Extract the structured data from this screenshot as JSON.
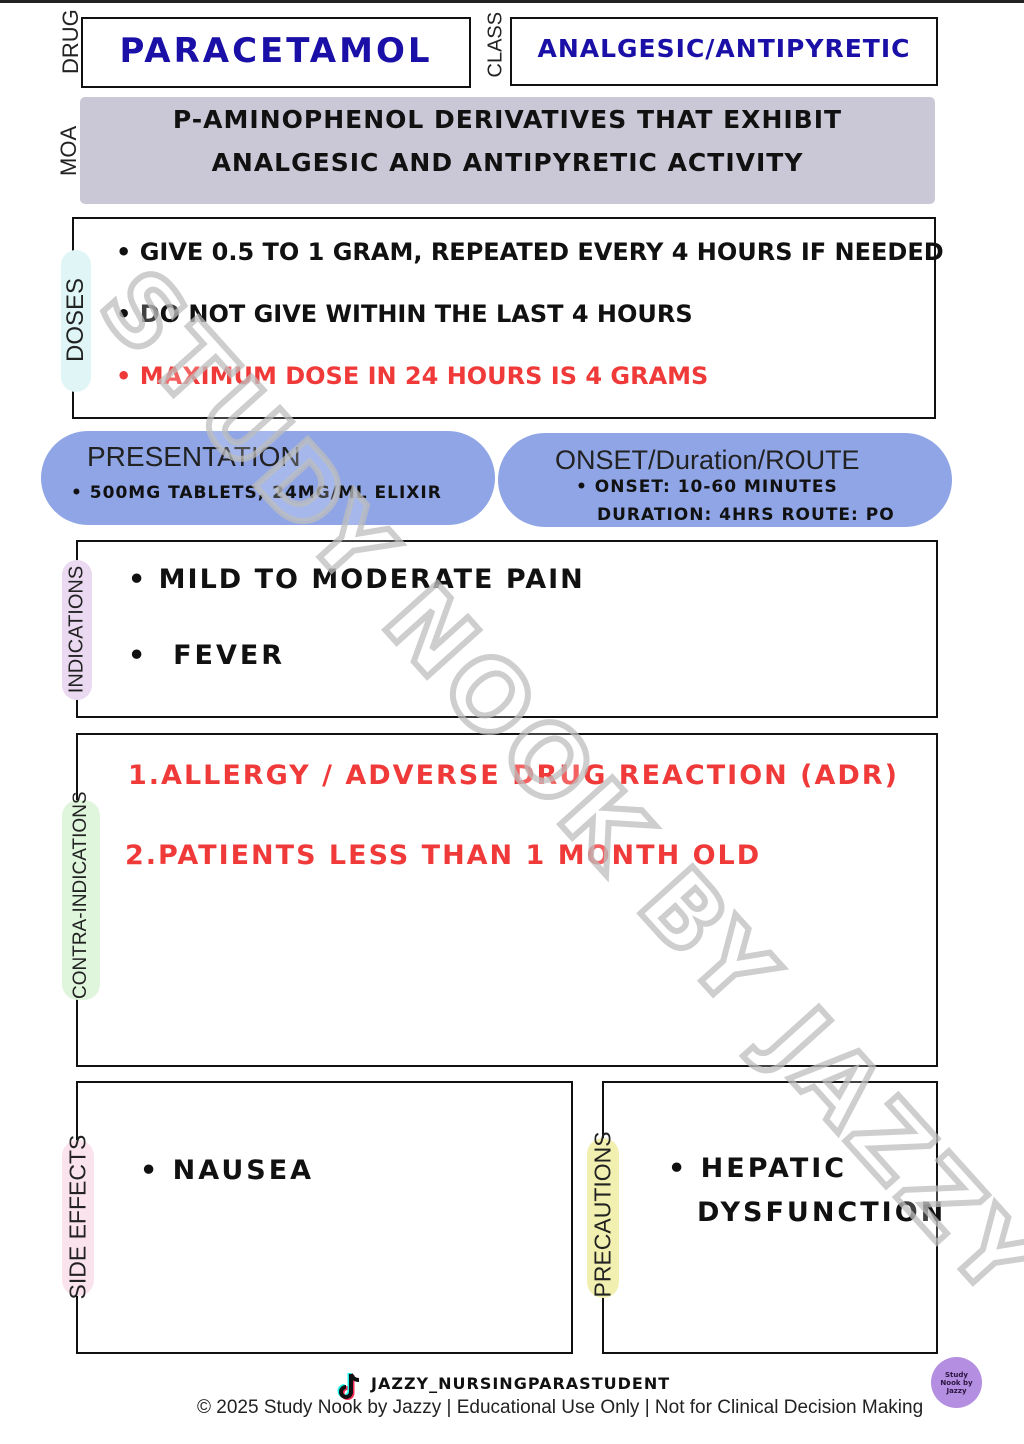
{
  "drug": {
    "label": "DRUG",
    "value": "PARACETAMOL"
  },
  "class": {
    "label": "CLASS",
    "value": "ANALGESIC/ANTIPYRETIC"
  },
  "moa": {
    "label": "MOA",
    "line1": "P-AMINOPHENOL DERIVATIVES THAT EXHIBIT",
    "line2": "ANALGESIC AND ANTIPYRETIC ACTIVITY"
  },
  "doses": {
    "label": "DOSES",
    "items": [
      "GIVE 0.5 TO 1 GRAM, REPEATED EVERY 4 HOURS IF NEEDED",
      "DO NOT GIVE WITHIN THE LAST 4 HOURS",
      "MAXIMUM DOSE IN 24 HOURS IS 4 GRAMS"
    ]
  },
  "presentation": {
    "label": "PRESENTATION",
    "item": "500MG TABLETS, 24MG/ML ELIXIR"
  },
  "onset": {
    "label": "ONSET/Duration/ROUTE",
    "line1": "ONSET: 10-60 MINUTES",
    "line2": "DURATION: 4HRS ROUTE: PO"
  },
  "indications": {
    "label": "INDICATIONS",
    "items": [
      "MILD TO MODERATE PAIN",
      "FEVER"
    ]
  },
  "contraindications": {
    "label": "CONTRA-INDICATIONS",
    "items": [
      "1.ALLERGY / ADVERSE DRUG REACTION (ADR)",
      "2.PATIENTS LESS THAN 1 MONTH OLD"
    ]
  },
  "side_effects": {
    "label": "SIDE EFFECTS",
    "items": [
      "NAUSEA"
    ]
  },
  "precautions": {
    "label": "PRECAUTIONS",
    "line1": "HEPATIC",
    "line2": "DYSFUNCTION"
  },
  "footer": {
    "handle": "JAZZY_NURSINGPARASTUDENT",
    "copyright": "© 2025 Study Nook by Jazzy | Educational Use Only | Not for Clinical Decision Making",
    "logo_text": "Study Nook by Jazzy"
  },
  "watermark": "STUDY NOOK BY JAZZY",
  "colors": {
    "drug_text": "#1a0fa6",
    "warning_text": "#f03a3a",
    "moa_bg": "#cac8d6",
    "pill_bg": "#8fa5e6"
  },
  "icons": {
    "tiktok": "tiktok-icon"
  }
}
